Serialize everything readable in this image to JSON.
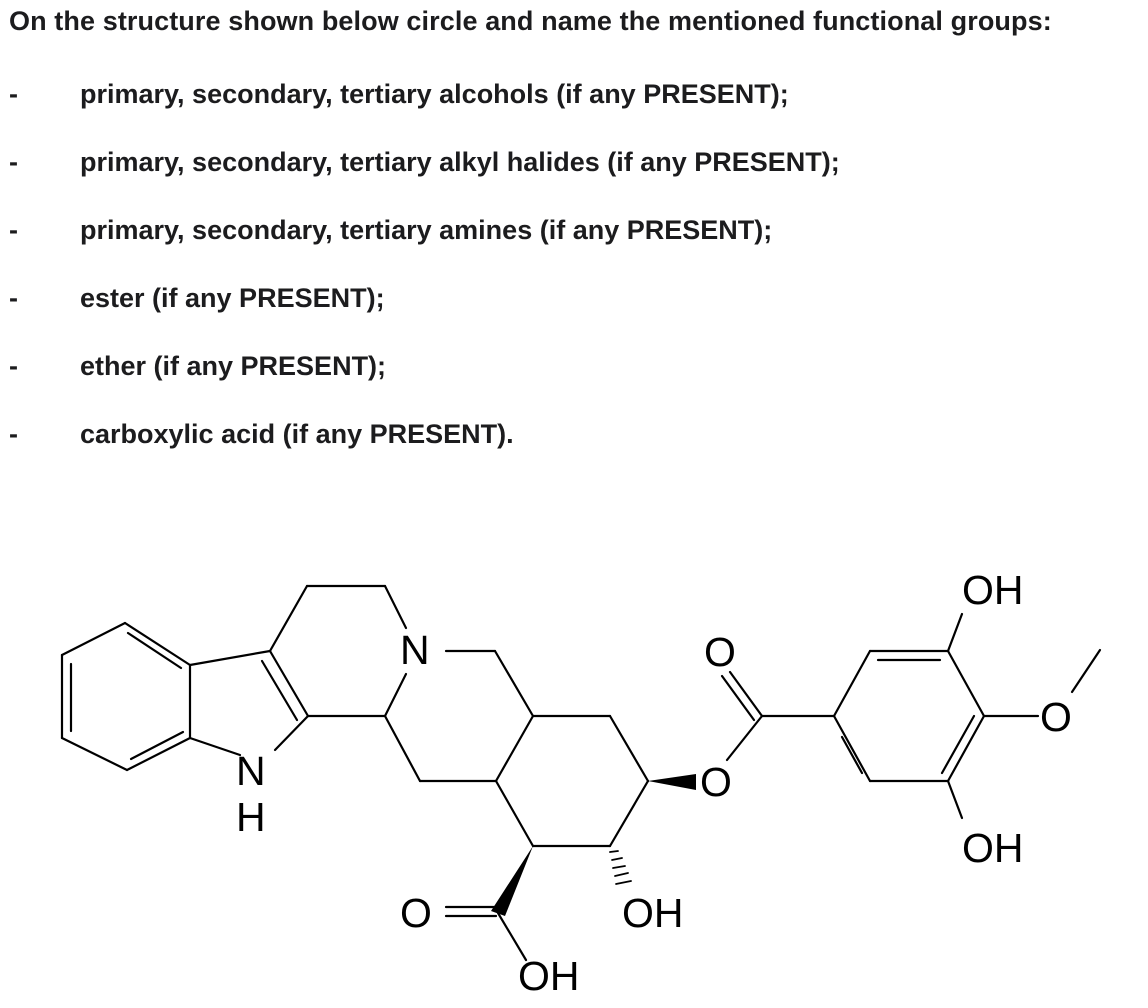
{
  "question": {
    "prompt": "On the structure shown below circle and name the mentioned functional groups:",
    "bullet": "-",
    "groups": [
      "primary, secondary, tertiary alcohols (if any PRESENT);",
      "primary, secondary, tertiary alkyl halides (if any PRESENT);",
      "primary, secondary, tertiary amines (if any PRESENT);",
      "ester (if any PRESENT);",
      "ether (if any PRESENT);",
      "carboxylic acid (if any PRESENT)."
    ]
  },
  "structure": {
    "atom_labels": {
      "indole_n": "N",
      "indole_h": "H",
      "ring_n": "N",
      "carbonyl_o_acid": "O",
      "acid_oh": "OH",
      "alcohol_oh": "OH",
      "ester_carbonyl_o": "O",
      "ester_o": "O",
      "aryl_oh_top": "OH",
      "aryl_oh_bottom": "OH",
      "methoxy_o": "O"
    }
  }
}
